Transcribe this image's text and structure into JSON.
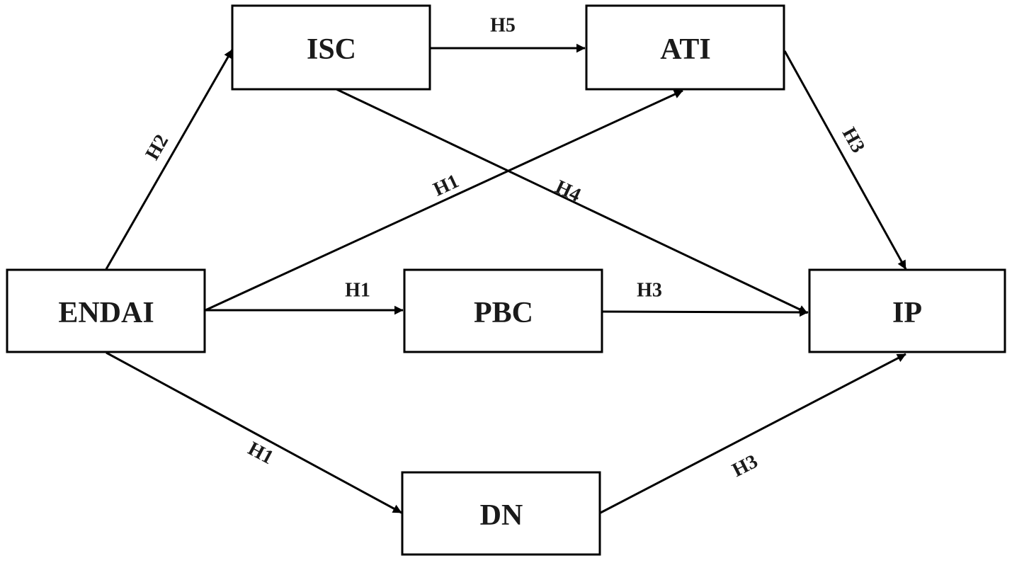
{
  "nodes": {
    "endai": "ENDAI",
    "isc": "ISC",
    "ati": "ATI",
    "pbc": "PBC",
    "ip": "IP",
    "dn": "DN"
  },
  "edges": {
    "endai_isc": "H2",
    "isc_ati": "H5",
    "endai_ati": "H1",
    "isc_ip": "H4",
    "ati_ip": "H3",
    "endai_pbc": "H1",
    "pbc_ip": "H3",
    "endai_dn": "H1",
    "dn_ip": "H3"
  }
}
